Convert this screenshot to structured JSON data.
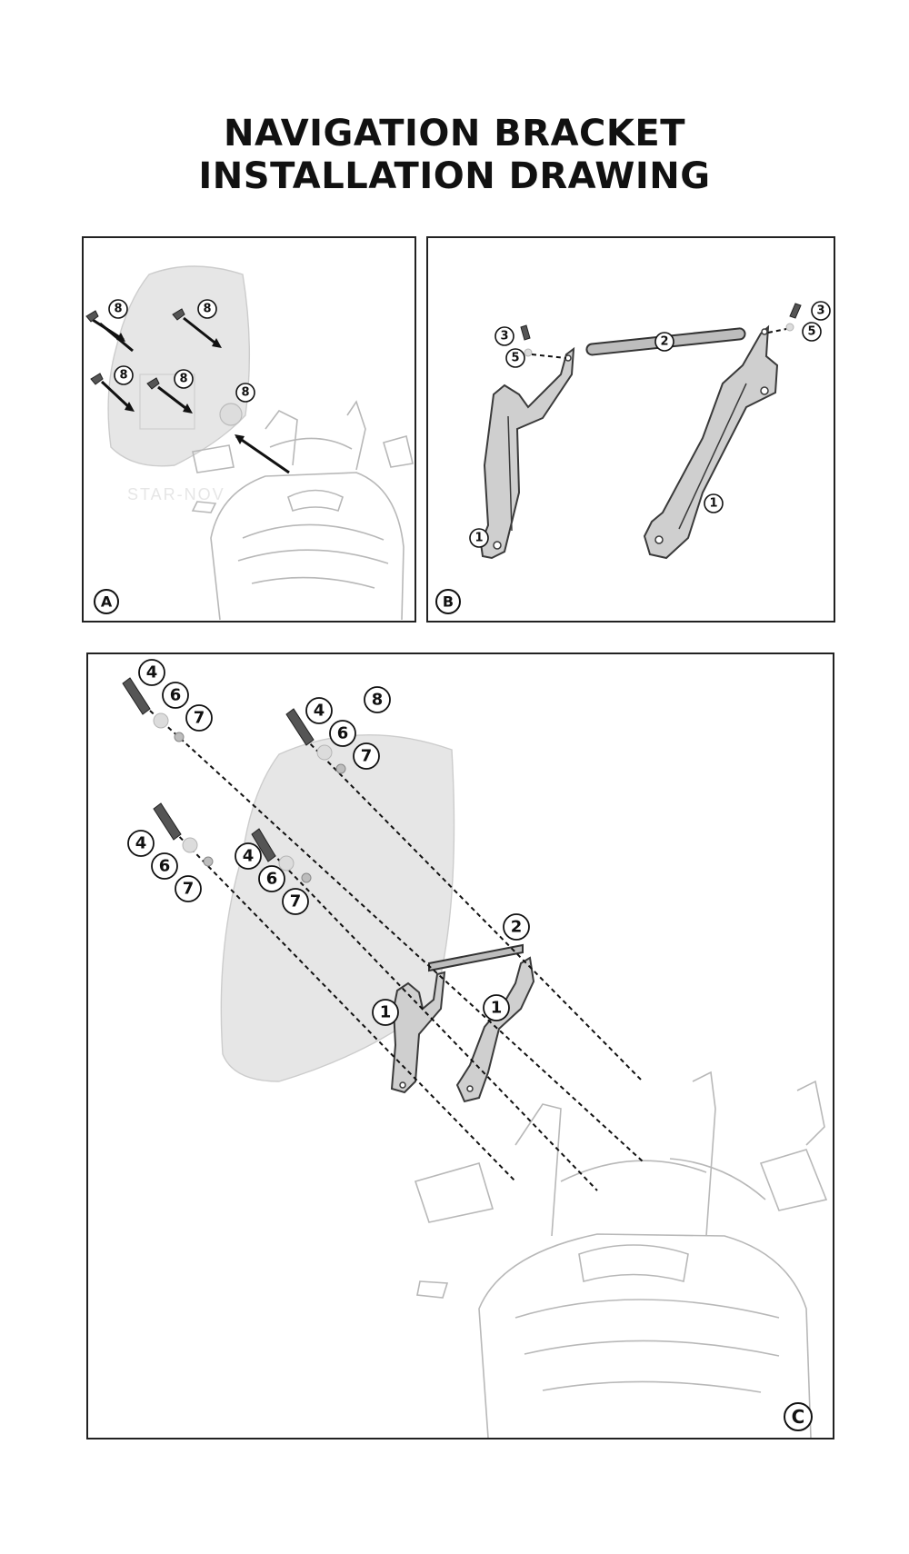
{
  "title": {
    "line1": "NAVIGATION BRACKET",
    "line2": "INSTALLATION DRAWING"
  },
  "panels": {
    "a": {
      "label": "A",
      "watermark": "STAR-NOV",
      "callouts": [
        "8",
        "8",
        "8",
        "8",
        "8"
      ]
    },
    "b": {
      "label": "B",
      "callouts": [
        "3",
        "5",
        "2",
        "3",
        "5",
        "1",
        "1"
      ]
    },
    "c": {
      "label": "C",
      "callouts": [
        "4",
        "6",
        "7",
        "4",
        "6",
        "7",
        "8",
        "4",
        "6",
        "7",
        "4",
        "6",
        "7",
        "2",
        "1",
        "1"
      ]
    }
  },
  "colors": {
    "line": "#111111",
    "bracket": "#cfcfcf",
    "ghost": "#b8b8b8"
  },
  "icons": [
    "screw-icon",
    "washer-icon",
    "nut-icon",
    "arrow-icon"
  ]
}
